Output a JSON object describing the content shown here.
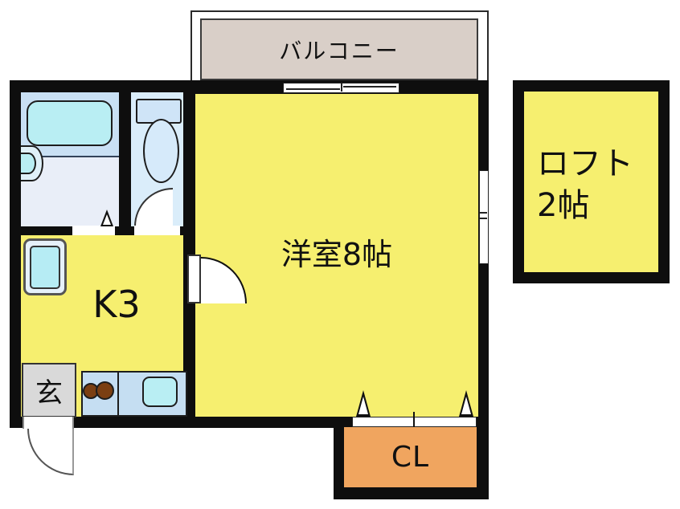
{
  "plan": {
    "type": "apartment-floor-plan",
    "labels": {
      "balcony": "バルコニー",
      "main_room": "洋室8帖",
      "kitchen": "K3",
      "entrance": "玄",
      "closet": "CL",
      "loft_line1": "ロフト",
      "loft_line2": "2帖"
    },
    "colors": {
      "wall": "#0e0e0e",
      "room_yellow": "#f6ef6f",
      "closet_orange": "#f0a55f",
      "balcony_beige": "#d9cfc8",
      "bath_upper_blue": "#c9e0f4",
      "bath_lower_blue": "#e9eef8",
      "toilet_room_blue": "#daedfa",
      "fixture_cyan": "#b9eef3",
      "counter_blue": "#c5def2",
      "entry_gray": "#d9d9d9",
      "burner_brown": "#7b3f12"
    }
  }
}
